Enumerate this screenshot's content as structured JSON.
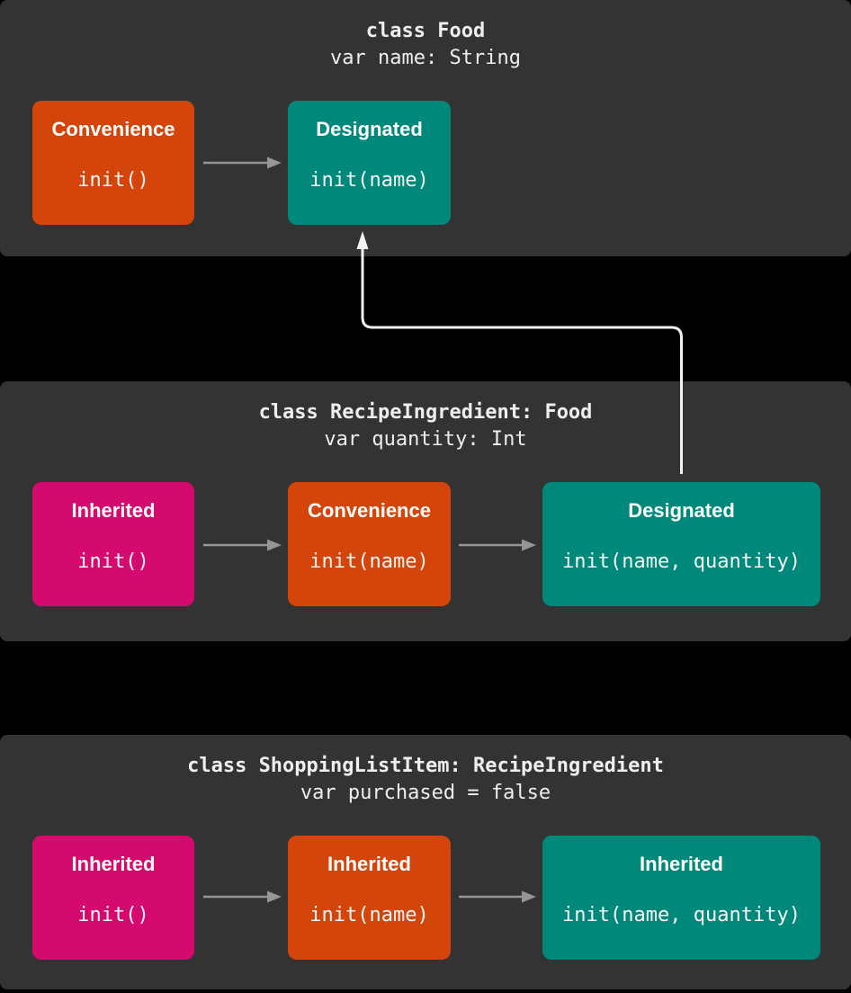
{
  "diagram": {
    "type": "class-initializer-delegation",
    "background": "#000000",
    "panel_background": "#333333",
    "header_text_color": "#EEEEEE",
    "arrow_color": "#969696",
    "connector_color": "#F2F2F2",
    "legend_colors": {
      "inherited": "#D40A6E",
      "convenience": "#D3450A",
      "designated": "#00887A"
    },
    "panels": [
      {
        "title": "class Food",
        "subtitle": "var name: String",
        "boxes": [
          {
            "label": "Convenience",
            "code": "init()",
            "color": "#D3450A"
          },
          {
            "label": "Designated",
            "code": "init(name)",
            "color": "#00887A"
          }
        ]
      },
      {
        "title": "class RecipeIngredient: Food",
        "subtitle": "var quantity: Int",
        "boxes": [
          {
            "label": "Inherited",
            "code": "init()",
            "color": "#D40A6E"
          },
          {
            "label": "Convenience",
            "code": "init(name)",
            "color": "#D3450A"
          },
          {
            "label": "Designated",
            "code": "init(name, quantity)",
            "color": "#00887A"
          }
        ]
      },
      {
        "title": "class ShoppingListItem: RecipeIngredient",
        "subtitle": "var purchased = false",
        "boxes": [
          {
            "label": "Inherited",
            "code": "init()",
            "color": "#D40A6E"
          },
          {
            "label": "Inherited",
            "code": "init(name)",
            "color": "#D3450A"
          },
          {
            "label": "Inherited",
            "code": "init(name, quantity)",
            "color": "#00887A"
          }
        ]
      }
    ]
  }
}
